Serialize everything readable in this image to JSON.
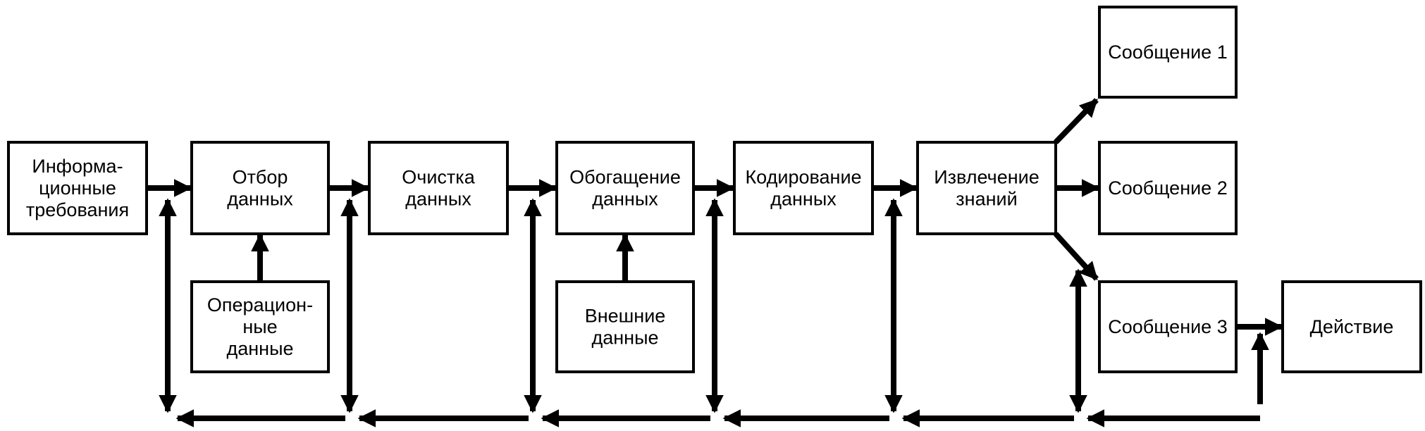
{
  "colors": {
    "stroke": "#000000",
    "fill": "#ffffff",
    "text": "#000000"
  },
  "nodes": {
    "info": {
      "lines": [
        "Информа-",
        "ционные",
        "требования"
      ]
    },
    "select": {
      "lines": [
        "Отбор",
        "данных"
      ]
    },
    "operational": {
      "lines": [
        "Операцион-",
        "ные",
        "данные"
      ]
    },
    "clean": {
      "lines": [
        "Очистка",
        "данных"
      ]
    },
    "enrich": {
      "lines": [
        "Обогащение",
        "данных"
      ]
    },
    "external": {
      "lines": [
        "Внешние",
        "данные"
      ]
    },
    "encode": {
      "lines": [
        "Кодирование",
        "данных"
      ]
    },
    "extract": {
      "lines": [
        "Извлечение",
        "знаний"
      ]
    },
    "msg1": {
      "lines": [
        "Сообщение 1"
      ]
    },
    "msg2": {
      "lines": [
        "Сообщение 2"
      ]
    },
    "msg3": {
      "lines": [
        "Сообщение 3"
      ]
    },
    "action": {
      "lines": [
        "Действие"
      ]
    }
  }
}
